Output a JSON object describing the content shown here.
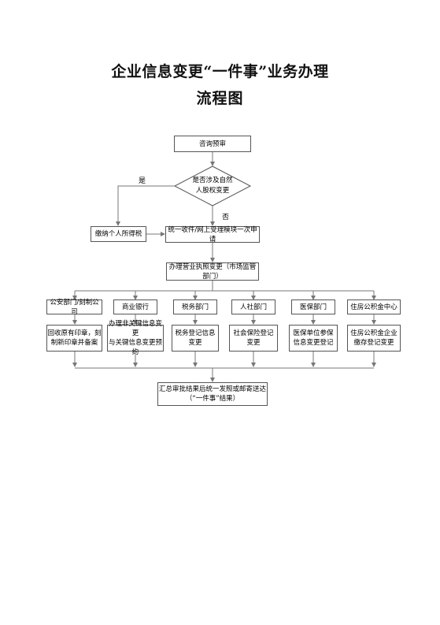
{
  "title_line1": "企业信息变更“一件事”业务办理",
  "title_line2": "流程图",
  "nodes": {
    "consult": "咨询预审",
    "decision": [
      "是否涉及自然",
      "人股权变更"
    ],
    "yes_label": "是",
    "no_label": "否",
    "tax_individual": "缴纳个人所得税",
    "accept": "统一收件/网上受理模块一次申请",
    "license": "办理营业执照变更（市场监管部门）",
    "departments": [
      {
        "name": "公安部门/刻制公司",
        "action": [
          "回收原有印章，刻",
          "制新印章并备案"
        ]
      },
      {
        "name": "商业银行",
        "action": [
          "办理非关键信息变更",
          "与关键信息变更预约"
        ]
      },
      {
        "name": "税务部门",
        "action": [
          "税务登记信息",
          "变更"
        ]
      },
      {
        "name": "人社部门",
        "action": [
          "社会保险登记",
          "变更"
        ]
      },
      {
        "name": "医保部门",
        "action": [
          "医保单位参保",
          "信息变更登记"
        ]
      },
      {
        "name": "住房公积金中心",
        "action": [
          "住房公积金企业",
          "缴存登记变更"
        ]
      }
    ],
    "summary": [
      "汇总审批结果后统一发照或邮寄送达",
      "（“一件事”结果）"
    ]
  }
}
